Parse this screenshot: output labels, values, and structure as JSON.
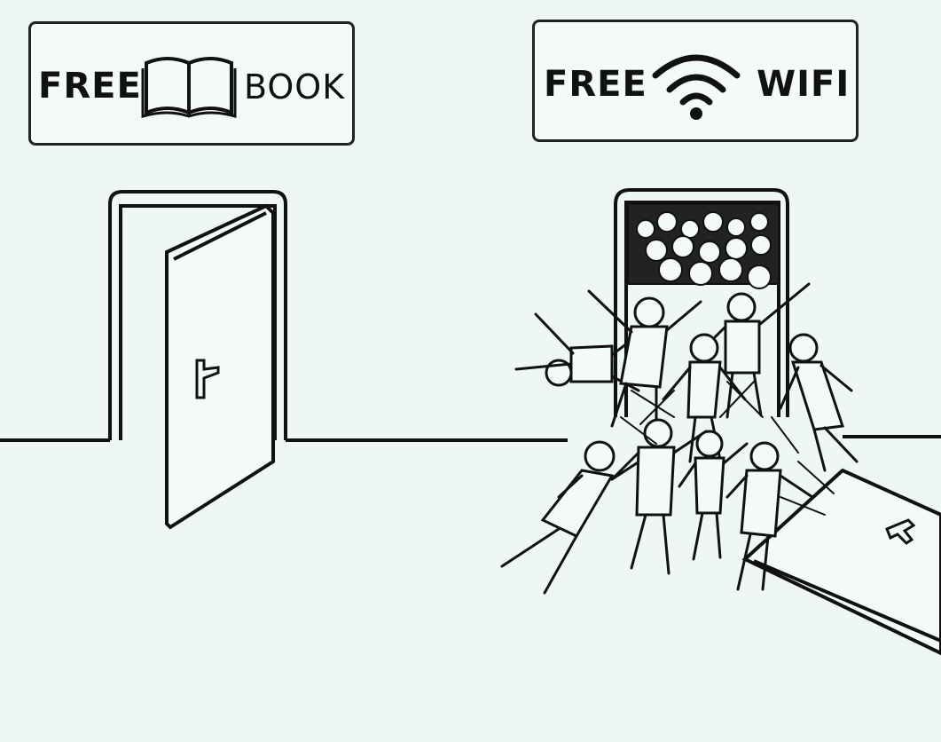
{
  "signs": {
    "book": {
      "free": "FREE",
      "word": "BOOK",
      "icon": "open-book-icon"
    },
    "wifi": {
      "free": "FREE",
      "word": "WIFI",
      "icon": "wifi-icon"
    }
  },
  "colors": {
    "background": "#eef6f6",
    "ink": "#111111"
  }
}
